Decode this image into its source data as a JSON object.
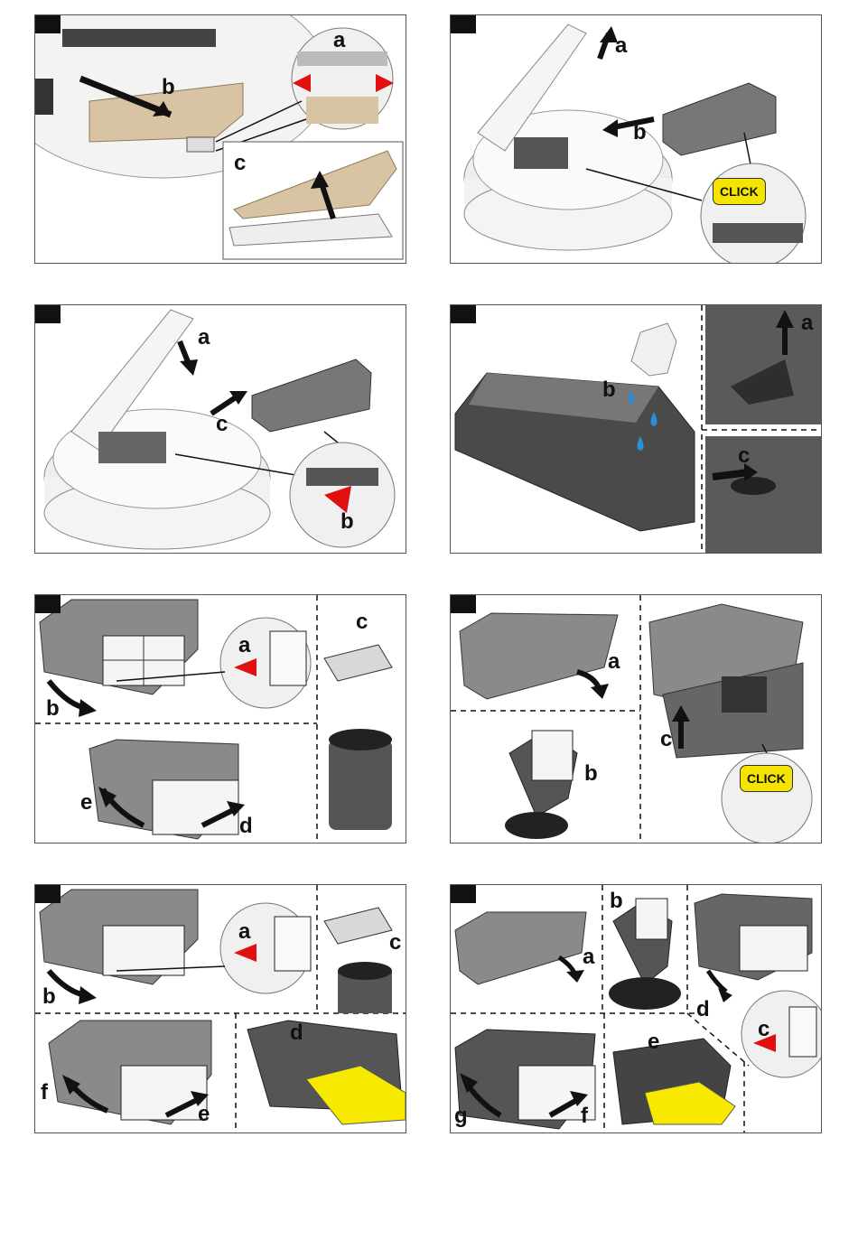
{
  "panels": [
    {
      "labels": [
        "a",
        "b",
        "c"
      ]
    },
    {
      "labels": [
        "a",
        "b"
      ],
      "click": "CLICK"
    },
    {
      "labels": [
        "a",
        "b",
        "c"
      ]
    },
    {
      "labels": [
        "a",
        "b",
        "c"
      ]
    },
    {
      "labels": [
        "a",
        "b",
        "c",
        "d",
        "e"
      ]
    },
    {
      "labels": [
        "a",
        "b",
        "c"
      ],
      "click": "CLICK"
    },
    {
      "labels": [
        "a",
        "b",
        "c",
        "d",
        "e",
        "f"
      ]
    },
    {
      "labels": [
        "a",
        "b",
        "c",
        "d",
        "e",
        "f",
        "g"
      ]
    }
  ],
  "colors": {
    "robot_body": "#f2f2f2",
    "mop_pad": "#d8c4a2",
    "tank_dark": "#4a4a4a",
    "tank_light": "#8a8a8a",
    "arrow_red": "#e01010",
    "water_blue": "#2a8fd8",
    "cloth_yellow": "#f7ea00",
    "frame": "#555555"
  }
}
